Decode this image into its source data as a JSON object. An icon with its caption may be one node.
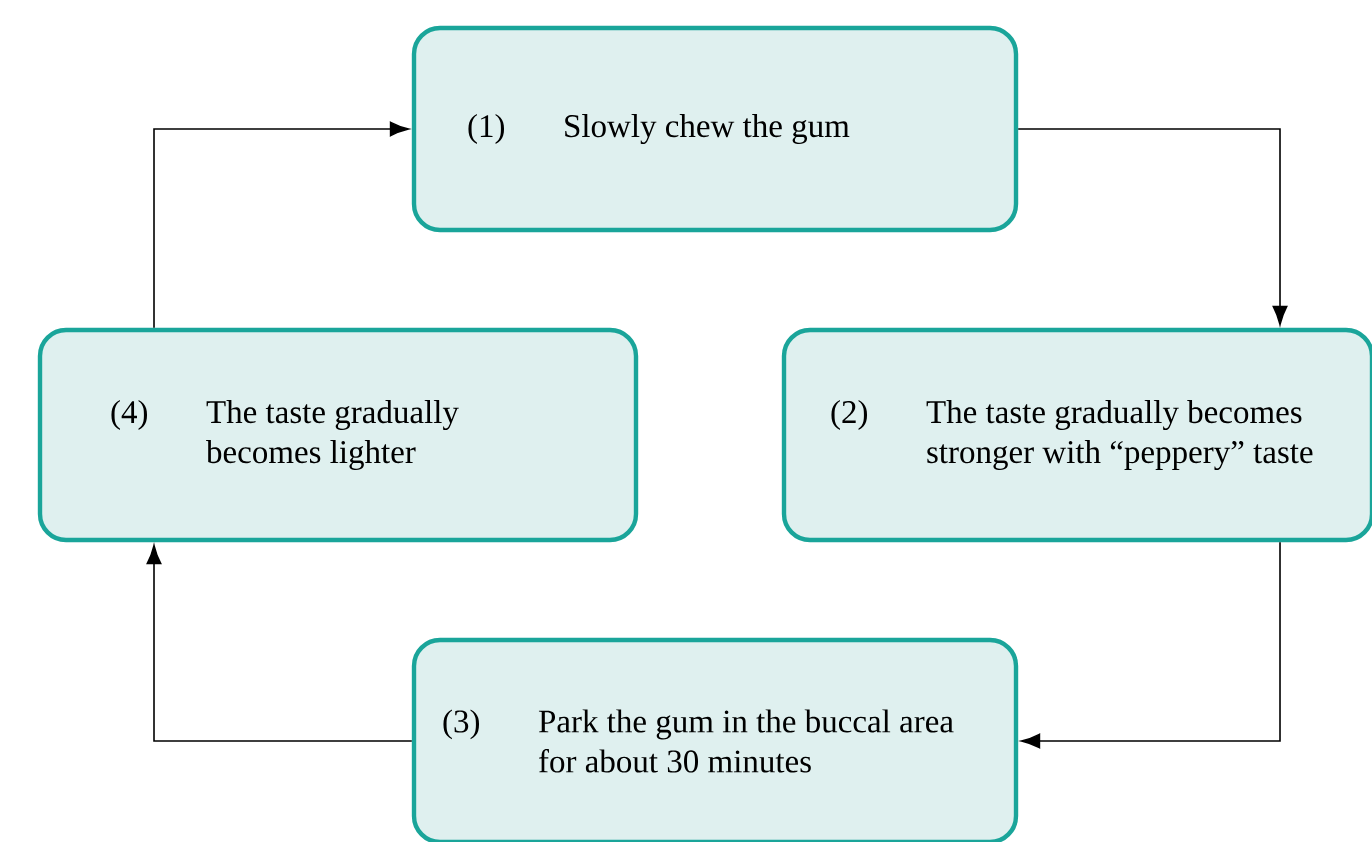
{
  "diagram": {
    "nodes": [
      {
        "text": [
          "(1)",
          "Slowly chew the gum"
        ]
      },
      {
        "text": [
          "(2)",
          "The taste gradually becomes stronger with “peppery” taste"
        ]
      },
      {
        "text": [
          "(3)",
          "Park the gum in the buccal area for about 30 minutes"
        ]
      },
      {
        "text": [
          "(4)",
          "The taste gradually becomes lighter"
        ]
      }
    ],
    "edges": [
      {
        "from": 0,
        "to": 1,
        "arrow": "to"
      },
      {
        "from": 1,
        "to": 2,
        "arrow": "to"
      },
      {
        "from": 2,
        "to": 3,
        "arrow": "to"
      },
      {
        "from": 3,
        "to": 0,
        "arrow": "to"
      }
    ]
  }
}
